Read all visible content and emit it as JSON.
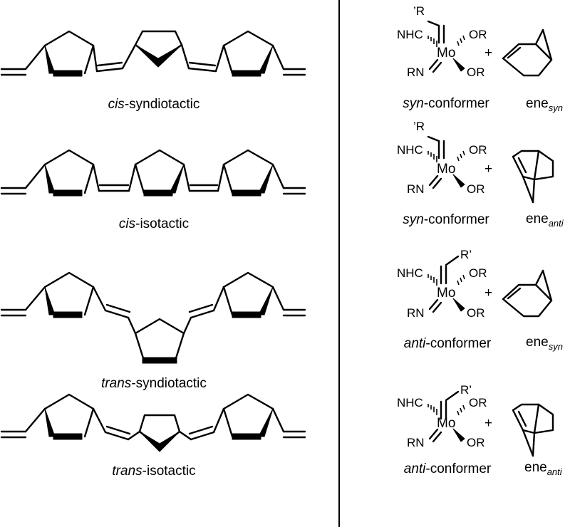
{
  "left_panel": {
    "polymers": [
      {
        "prefix": "cis",
        "suffix": "-syndiotactic"
      },
      {
        "prefix": "cis",
        "suffix": "-isotactic"
      },
      {
        "prefix": "trans",
        "suffix": "-syndiotactic"
      },
      {
        "prefix": "trans",
        "suffix": "-isotactic"
      }
    ]
  },
  "right_panel": {
    "complexes": [
      {
        "rgroup": "’R",
        "conformer_prefix": "syn",
        "conformer_suffix": "-conformer",
        "ene_base": "ene",
        "ene_sub": "syn"
      },
      {
        "rgroup": "’R",
        "conformer_prefix": "syn",
        "conformer_suffix": "-conformer",
        "ene_base": "ene",
        "ene_sub": "anti"
      },
      {
        "rgroup": "R’",
        "conformer_prefix": "anti",
        "conformer_suffix": "-conformer",
        "ene_base": "ene",
        "ene_sub": "syn"
      },
      {
        "rgroup": "R’",
        "conformer_prefix": "anti",
        "conformer_suffix": "-conformer",
        "ene_base": "ene",
        "ene_sub": "anti"
      }
    ],
    "atoms": {
      "metal": "Mo",
      "nhc": "NHC",
      "alkoxide": "OR",
      "imido": "RN",
      "plus": "+"
    }
  }
}
